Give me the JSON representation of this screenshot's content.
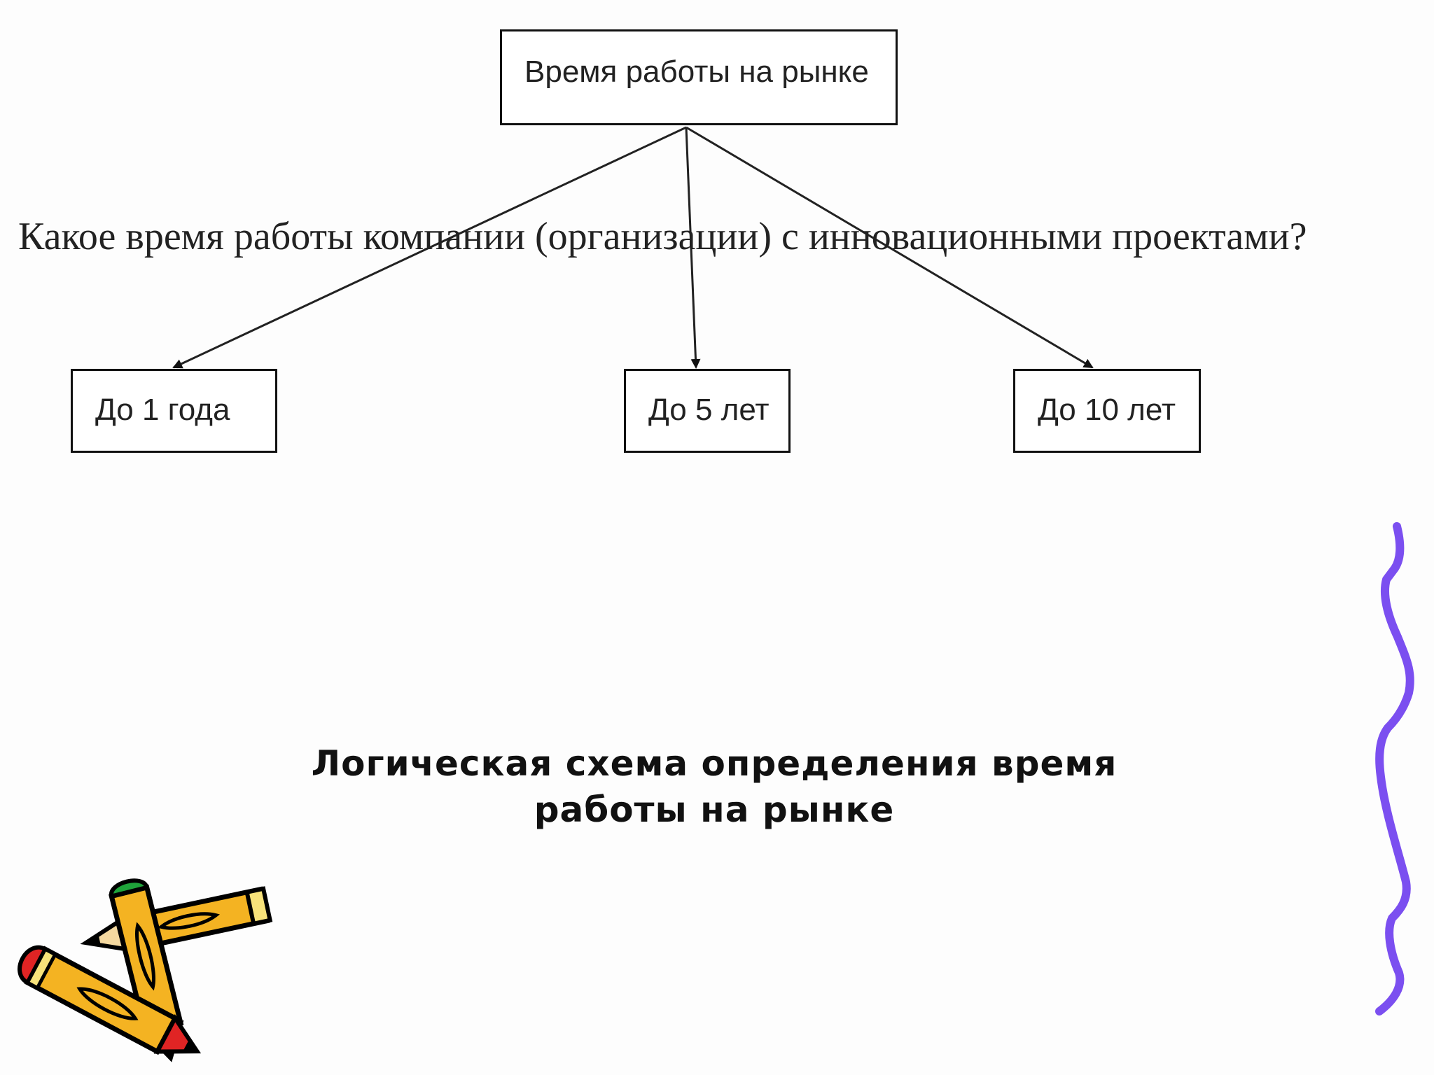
{
  "diagram": {
    "root": {
      "label": "Время работы на рынке"
    },
    "question": "Какое время работы компании (организации) с инновационными проектами?",
    "children": [
      {
        "label": "До 1 года"
      },
      {
        "label": "До 5 лет"
      },
      {
        "label": "До 10 лет"
      }
    ]
  },
  "caption": {
    "line1": "Логическая схема определения время",
    "line2": "работы на рынке"
  },
  "decorations": {
    "left_clipart": "pencils-icon",
    "right_decoration": "wavy-line-icon",
    "wavy_color": "#7b4ff0"
  }
}
